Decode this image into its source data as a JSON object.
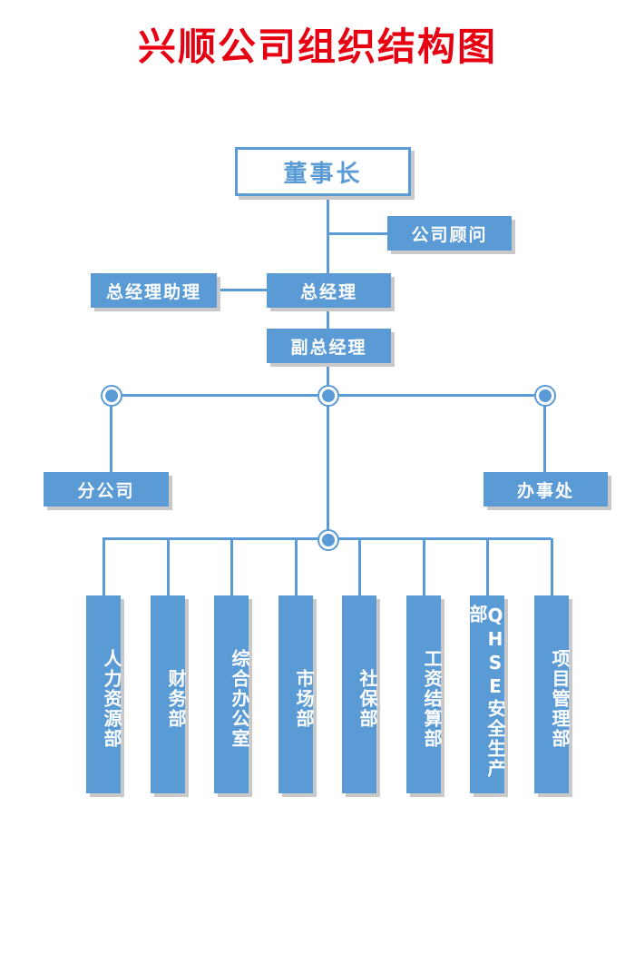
{
  "title": "兴顺公司组织结构图",
  "colors": {
    "title": "#e60012",
    "box": "#5b9bd5",
    "box_text": "#ffffff",
    "shadow": "#c9c9c9"
  },
  "nodes": {
    "chairman": "董事长",
    "consultant": "公司顾问",
    "general_manager": "总经理",
    "gm_assistant": "总经理助理",
    "deputy_gm": "副总经理",
    "branch": "分公司",
    "office": "办事处"
  },
  "departments": [
    "人力资源部",
    "财务部",
    "综合办公室",
    "市场部",
    "社保部",
    "工资结算部",
    "QHSE安全生产部",
    "项目管理部"
  ]
}
